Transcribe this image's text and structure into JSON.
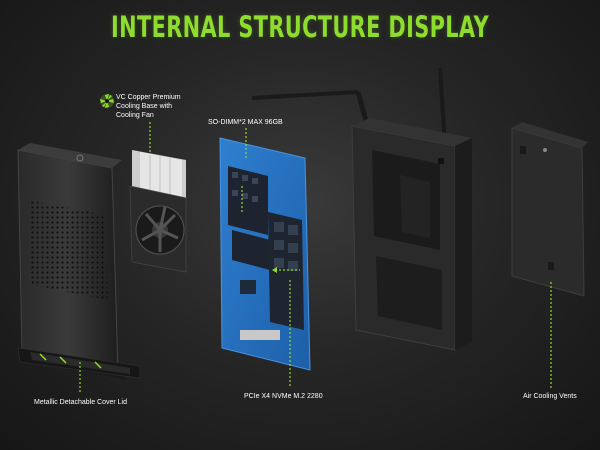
{
  "title": "INTERNAL STRUCTURE DISPLAY",
  "accent_color": "#8edc2e",
  "labels": {
    "cooling": "VC Copper Premium Cooling Base with Cooling Fan",
    "sodimm": "SO-DIMM*2 MAX 96GB",
    "cover": "Metallic Detachable Cover Lid",
    "pcie": "PCIe X4 NVMe M.2 2280",
    "vents": "Air Cooling Vents"
  },
  "icons": {
    "fan_badge": "fan-icon"
  }
}
